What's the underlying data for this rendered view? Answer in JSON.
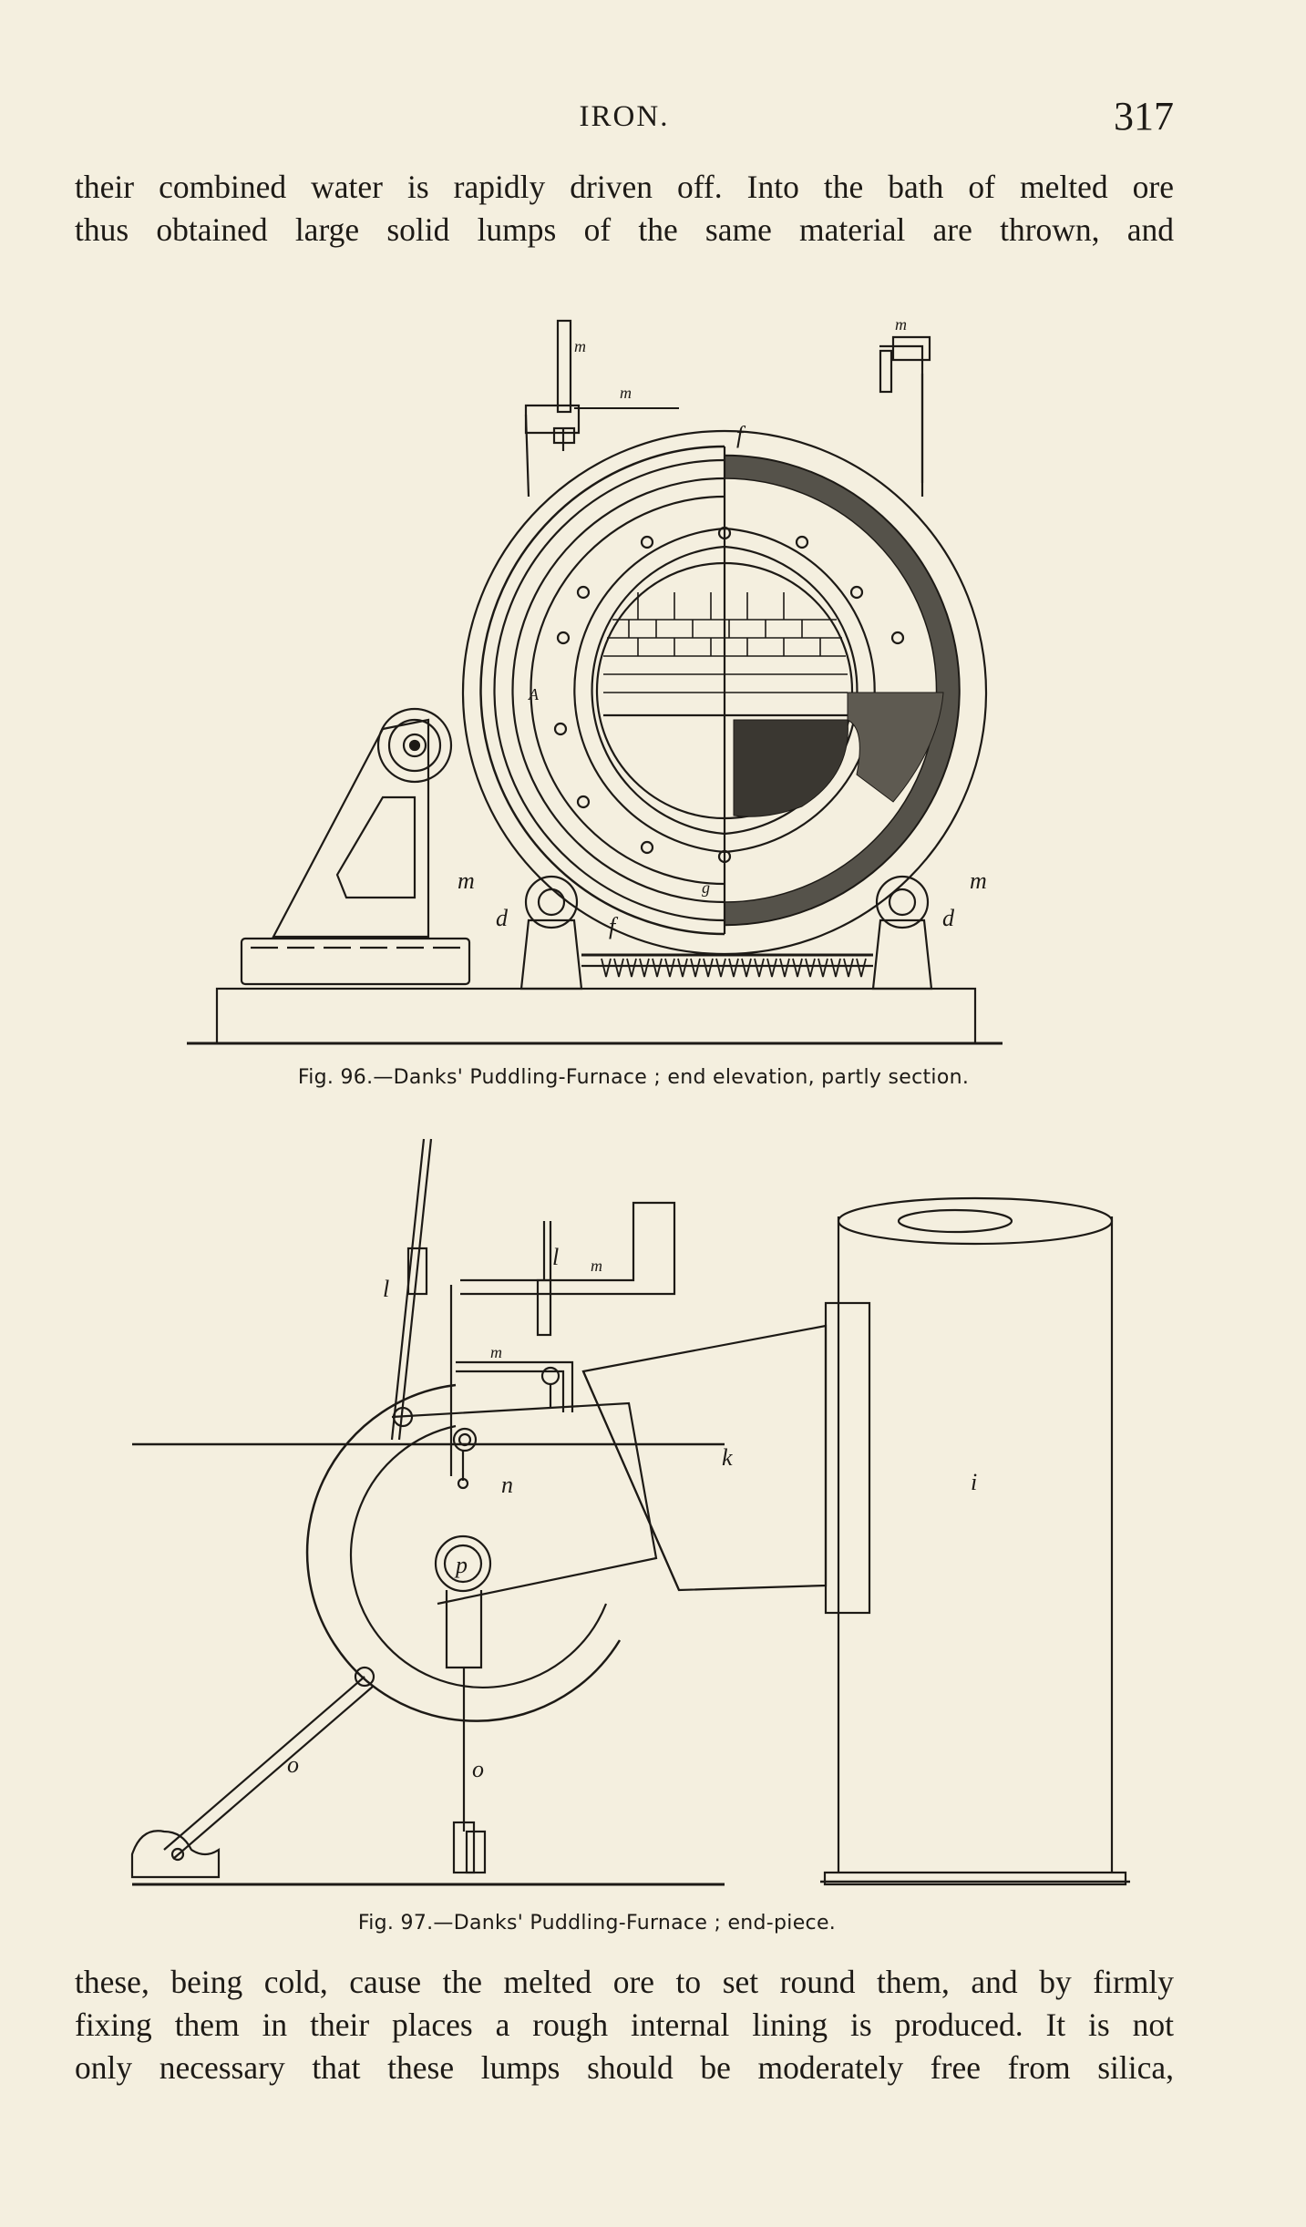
{
  "running_head": {
    "title": "IRON.",
    "page_number": "317"
  },
  "paragraph_top": {
    "lines": [
      "their combined water is rapidly driven off.  Into the bath of melted ore",
      "thus obtained large solid lumps of the same material are thrown, and"
    ]
  },
  "figure_96": {
    "caption": "Fig. 96.—Danks' Puddling-Furnace ; end elevation, partly section.",
    "labels": {
      "m_top_left": "m",
      "m_bar": "m",
      "m_top_right": "m",
      "f_top": "f",
      "m_left": "m",
      "m_right": "m",
      "d_left": "d",
      "d_right": "d",
      "f_bottom": "f",
      "a_inner": "A",
      "g_inner": "g"
    }
  },
  "figure_97": {
    "caption": "Fig. 97.—Danks' Puddling-Furnace ; end-piece.",
    "labels": {
      "l_left": "l",
      "l_center": "l",
      "m_upper": "m",
      "m_lower": "m",
      "k": "k",
      "i": "i",
      "n": "n",
      "p": "p",
      "o_left": "o",
      "o_center": "o"
    }
  },
  "paragraph_bottom": {
    "lines": [
      "these, being cold, cause the melted ore to set round them, and by firmly",
      "fixing them in their places a rough internal lining is produced.  It is not",
      "only necessary that these lumps should be moderately free from silica,"
    ]
  }
}
